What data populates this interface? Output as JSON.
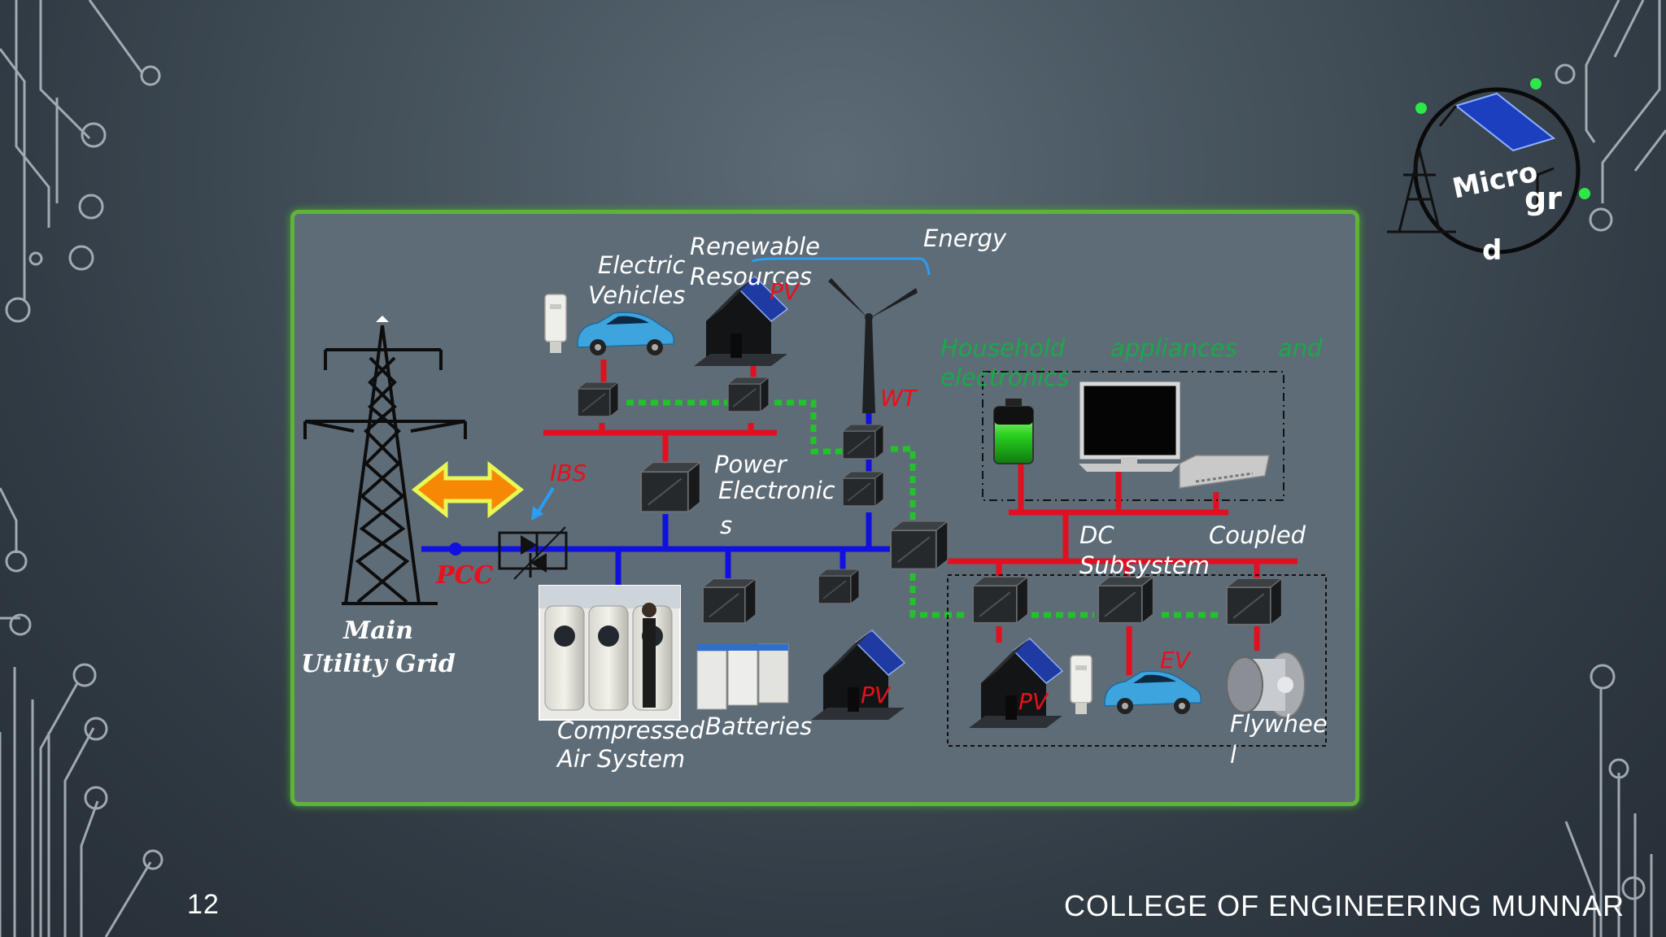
{
  "slide": {
    "page_number": "12",
    "footer_text": "COLLEGE OF ENGINEERING MUNNAR"
  },
  "logo": {
    "text_micro": "Micro",
    "text_gr": "gr",
    "text_d": "d"
  },
  "diagram": {
    "labels": {
      "renewable_1": "Renewable",
      "renewable_2": "Resources",
      "energy": "Energy",
      "electric_1": "Electric",
      "electric_2": "Vehicles",
      "pv_top": "PV",
      "wt": "WT",
      "household_1": "Household",
      "household_2": "appliances",
      "household_3": "and",
      "household_4": "electronics",
      "ibs": "IBS",
      "power_1": "Power",
      "power_2": "Electronic",
      "power_3": "s",
      "dc_1": "DC",
      "dc_2": "Subsystem",
      "coupled": "Coupled",
      "pcc": "PCC",
      "main_1": "Main",
      "main_2": "Utility Grid",
      "compressed_1": "Compressed",
      "compressed_2": "Air System",
      "batteries": "Batteries",
      "pv_mid": "PV",
      "pv_dc": "PV",
      "ev": "EV",
      "flywheel_1": "Flywhee",
      "flywheel_2": "l"
    },
    "colors": {
      "ac_bus": "#1010e0",
      "dc_bus": "#e01020",
      "comm_link": "#22c32a",
      "frame": "#5fb33a",
      "panel": "#5d6b76"
    }
  }
}
